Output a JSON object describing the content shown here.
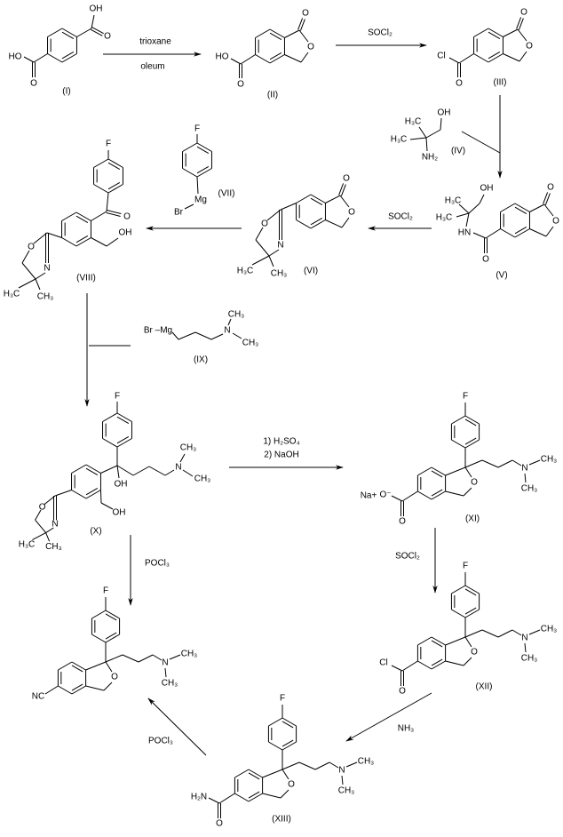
{
  "compounds": {
    "I": "(I)",
    "II": "(II)",
    "III": "(III)",
    "IV": "(IV)",
    "V": "(V)",
    "VI": "(VI)",
    "VII": "(VII)",
    "VIII": "(VIII)",
    "IX": "(IX)",
    "X": "(X)",
    "XI": "(XI)",
    "XII": "(XII)",
    "XIII": "(XIII)"
  },
  "reagents": {
    "trioxane": "trioxane",
    "oleum": "oleum",
    "socl2_1": "SOCl₂",
    "socl2_2": "SOCl₂",
    "socl2_3": "SOCl₂",
    "h2so4": "1) H₂SO₄",
    "naoh": "2) NaOH",
    "pocl3_1": "POCl₃",
    "pocl3_2": "POCl₃",
    "nh3": "NH₃"
  },
  "atoms": {
    "OH": "OH",
    "HO": "HO",
    "O": "O",
    "Cl": "Cl",
    "F": "F",
    "N": "N",
    "HN": "HN",
    "H3C": "H₃C",
    "CH3": "CH₃",
    "NH2": "NH₂",
    "H2N": "H₂N",
    "Mg": "Mg",
    "Br": "Br",
    "BrMg": "Br –Mg",
    "Na": "Na+",
    "Ominus": "O⁻",
    "NC": "NC"
  }
}
